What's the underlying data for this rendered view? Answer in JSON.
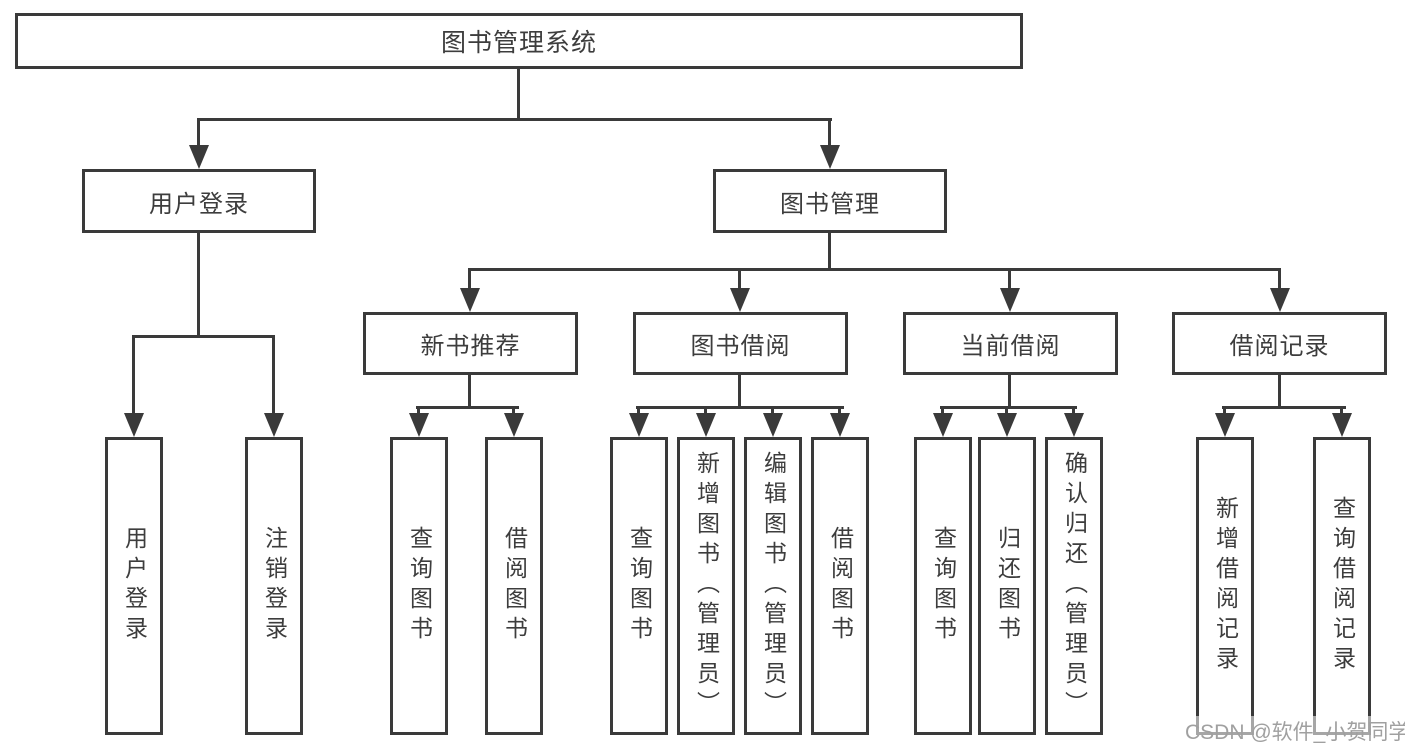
{
  "tree": {
    "root": {
      "label": "图书管理系统"
    },
    "children": [
      {
        "label": "用户登录",
        "children": [
          {
            "label": "用户登录"
          },
          {
            "label": "注销登录"
          }
        ]
      },
      {
        "label": "图书管理",
        "children": [
          {
            "label": "新书推荐",
            "children": [
              {
                "label": "查询图书"
              },
              {
                "label": "借阅图书"
              }
            ]
          },
          {
            "label": "图书借阅",
            "children": [
              {
                "label": "查询图书"
              },
              {
                "label": "新增图书（管理员）"
              },
              {
                "label": "编辑图书（管理员）"
              },
              {
                "label": "借阅图书"
              }
            ]
          },
          {
            "label": "当前借阅",
            "children": [
              {
                "label": "查询图书"
              },
              {
                "label": "归还图书"
              },
              {
                "label": "确认归还（管理员）"
              }
            ]
          },
          {
            "label": "借阅记录",
            "children": [
              {
                "label": "新增借阅记录"
              },
              {
                "label": "查询借阅记录"
              }
            ]
          }
        ]
      }
    ]
  },
  "watermark": {
    "text": "CSDN @软件_小贺同学"
  },
  "colors": {
    "line": "#3a3a3a",
    "text": "#3d3d3d",
    "background": "#ffffff",
    "watermark": "#a0a0a0"
  }
}
